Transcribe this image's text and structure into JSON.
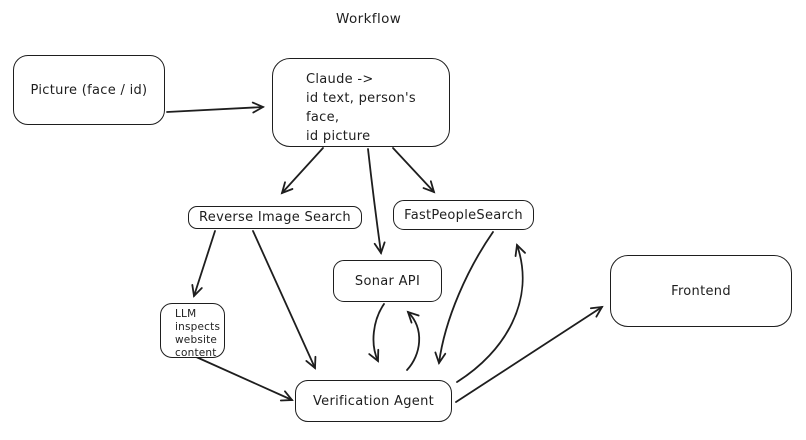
{
  "title": "Workflow",
  "colors": {
    "stroke": "#1e1e1e",
    "background": "#ffffff"
  },
  "nodes": {
    "picture": {
      "label": "Picture (face / id)"
    },
    "claude": {
      "lines": [
        "Claude ->",
        "id text, person's face,",
        "id picture"
      ]
    },
    "reverse_image_search": {
      "label": "Reverse Image Search"
    },
    "fast_people_search": {
      "label": "FastPeopleSearch"
    },
    "sonar_api": {
      "label": "Sonar API"
    },
    "llm_inspector": {
      "lines": [
        "LLM",
        "inspects",
        "website",
        "content"
      ]
    },
    "verification_agent": {
      "label": "Verification Agent"
    },
    "frontend": {
      "label": "Frontend"
    }
  },
  "edges": [
    {
      "from": "picture",
      "to": "claude"
    },
    {
      "from": "claude",
      "to": "reverse_image_search"
    },
    {
      "from": "claude",
      "to": "sonar_api"
    },
    {
      "from": "claude",
      "to": "fast_people_search"
    },
    {
      "from": "reverse_image_search",
      "to": "llm_inspector"
    },
    {
      "from": "reverse_image_search",
      "to": "verification_agent"
    },
    {
      "from": "llm_inspector",
      "to": "verification_agent"
    },
    {
      "from": "sonar_api",
      "to": "verification_agent"
    },
    {
      "from": "verification_agent",
      "to": "sonar_api"
    },
    {
      "from": "fast_people_search",
      "to": "verification_agent"
    },
    {
      "from": "verification_agent",
      "to": "fast_people_search"
    },
    {
      "from": "verification_agent",
      "to": "frontend"
    }
  ]
}
